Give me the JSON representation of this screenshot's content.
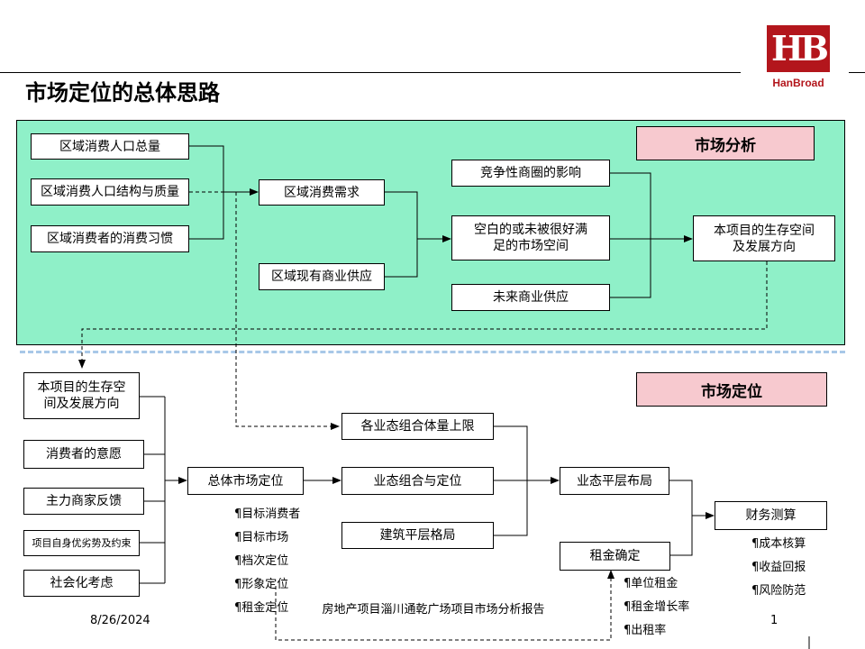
{
  "header": {
    "title": "市场定位的总体思路",
    "logo": {
      "mark": "HB",
      "name": "HanBroad",
      "color": "#b3161c"
    }
  },
  "section_tags": {
    "analysis": "市场分析",
    "positioning": "市场定位"
  },
  "analysis": {
    "population_total": "区域消费人口总量",
    "population_structure": "区域消费人口结构与质量",
    "consumer_habits": "区域消费者的消费习惯",
    "regional_demand": "区域消费需求",
    "existing_supply": "区域现有商业供应",
    "competition_impact": "竞争性商圈的影响",
    "unmet_space": "空白的或未被很好满足的市场空间",
    "future_supply": "未来商业供应",
    "project_direction": "本项目的生存空间及发展方向"
  },
  "positioning": {
    "project_direction": "本项目的生存空间及发展方向",
    "consumer_wishes": "消费者的意愿",
    "anchor_feedback": "主力商家反馈",
    "project_constraints": "项目自身优劣势及约束",
    "social_factors": "社会化考虑",
    "overall_positioning": "总体市场定位",
    "format_volume_cap": "各业态组合体量上限",
    "format_mix": "业态组合与定位",
    "building_layout": "建筑平层格局",
    "format_floor_layout": "业态平层布局",
    "rent_setting": "租金确定",
    "financial_calc": "财务测算"
  },
  "bullets": {
    "positioning_items": [
      "¶目标消费者",
      "¶目标市场",
      "¶档次定位",
      "¶形象定位",
      "¶租金定位"
    ],
    "rent_items": [
      "¶单位租金",
      "¶租金增长率",
      "¶出租率"
    ],
    "finance_items": [
      "¶成本核算",
      "¶收益回报",
      "¶风险防范"
    ]
  },
  "footer": {
    "date": "8/26/2024",
    "caption": "房地产项目淄川通乾广场项目市场分析报告",
    "page": "1"
  },
  "colors": {
    "panel": "#8ff0c8",
    "tag": "#f7c9cf",
    "divider": "#a8c8e8",
    "brand": "#b3161c"
  }
}
